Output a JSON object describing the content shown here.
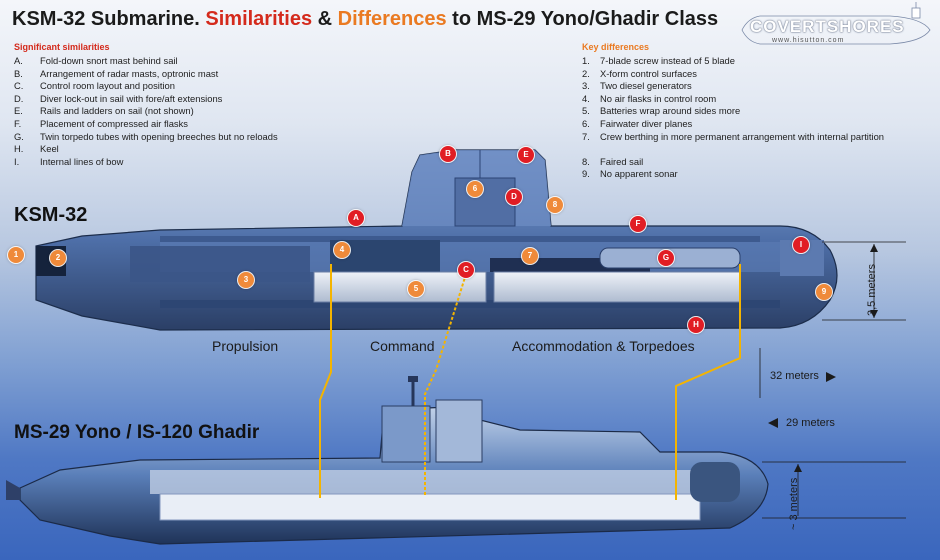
{
  "header": {
    "title_part1": "KSM-32 Submarine. ",
    "title_similarities": "Similarities",
    "title_part2": " & ",
    "title_differences": "Differences",
    "title_part3": " to MS-29 Yono/Ghadir Class"
  },
  "logo": {
    "name": "COVERTSHORES",
    "url": "www.hisutton.com"
  },
  "similarities": {
    "heading": "Significant similarities",
    "items": [
      {
        "key": "A.",
        "text": "Fold-down snort mast behind sail"
      },
      {
        "key": "B.",
        "text": "Arrangement of radar masts, optronic mast"
      },
      {
        "key": "C.",
        "text": "Control room layout and position"
      },
      {
        "key": "D.",
        "text": "Diver lock-out in sail with fore/aft extensions"
      },
      {
        "key": "E.",
        "text": "Rails and ladders on sail (not shown)"
      },
      {
        "key": "F.",
        "text": "Placement of compressed air flasks"
      },
      {
        "key": "G.",
        "text": "Twin torpedo tubes with opening breeches but no reloads"
      },
      {
        "key": "H.",
        "text": "Keel"
      },
      {
        "key": "I.",
        "text": "Internal lines of bow"
      }
    ]
  },
  "differences": {
    "heading": "Key differences",
    "items": [
      {
        "key": "1.",
        "text": "7-blade screw instead of 5 blade"
      },
      {
        "key": "2.",
        "text": "X-form control surfaces"
      },
      {
        "key": "3.",
        "text": "Two diesel generators"
      },
      {
        "key": "4.",
        "text": "No air flasks in control room"
      },
      {
        "key": "5.",
        "text": "Batteries wrap around sides more"
      },
      {
        "key": "6.",
        "text": "Fairwater diver planes"
      },
      {
        "key": "7.",
        "text": "Crew berthing in more permanent arrangement with internal partition"
      },
      {
        "key": "8.",
        "text": "Faired sail"
      },
      {
        "key": "9.",
        "text": "No apparent sonar"
      }
    ]
  },
  "ksm": {
    "label": "KSM-32",
    "sections": [
      "Propulsion",
      "Command",
      "Accommodation & Torpedoes"
    ],
    "height": "3,5 meters",
    "length": "32 meters"
  },
  "ms29": {
    "label": "MS-29 Yono / IS-120 Ghadir",
    "length": "29 meters",
    "height": "~ 3 meters"
  },
  "markers": {
    "similarity_color": "#e11d24",
    "difference_color": "#ef8a3a",
    "red": [
      "B",
      "E",
      "D",
      "A",
      "C",
      "F",
      "G",
      "I",
      "H"
    ],
    "orange": [
      "1",
      "2",
      "3",
      "4",
      "5",
      "6",
      "7",
      "8",
      "9"
    ]
  }
}
